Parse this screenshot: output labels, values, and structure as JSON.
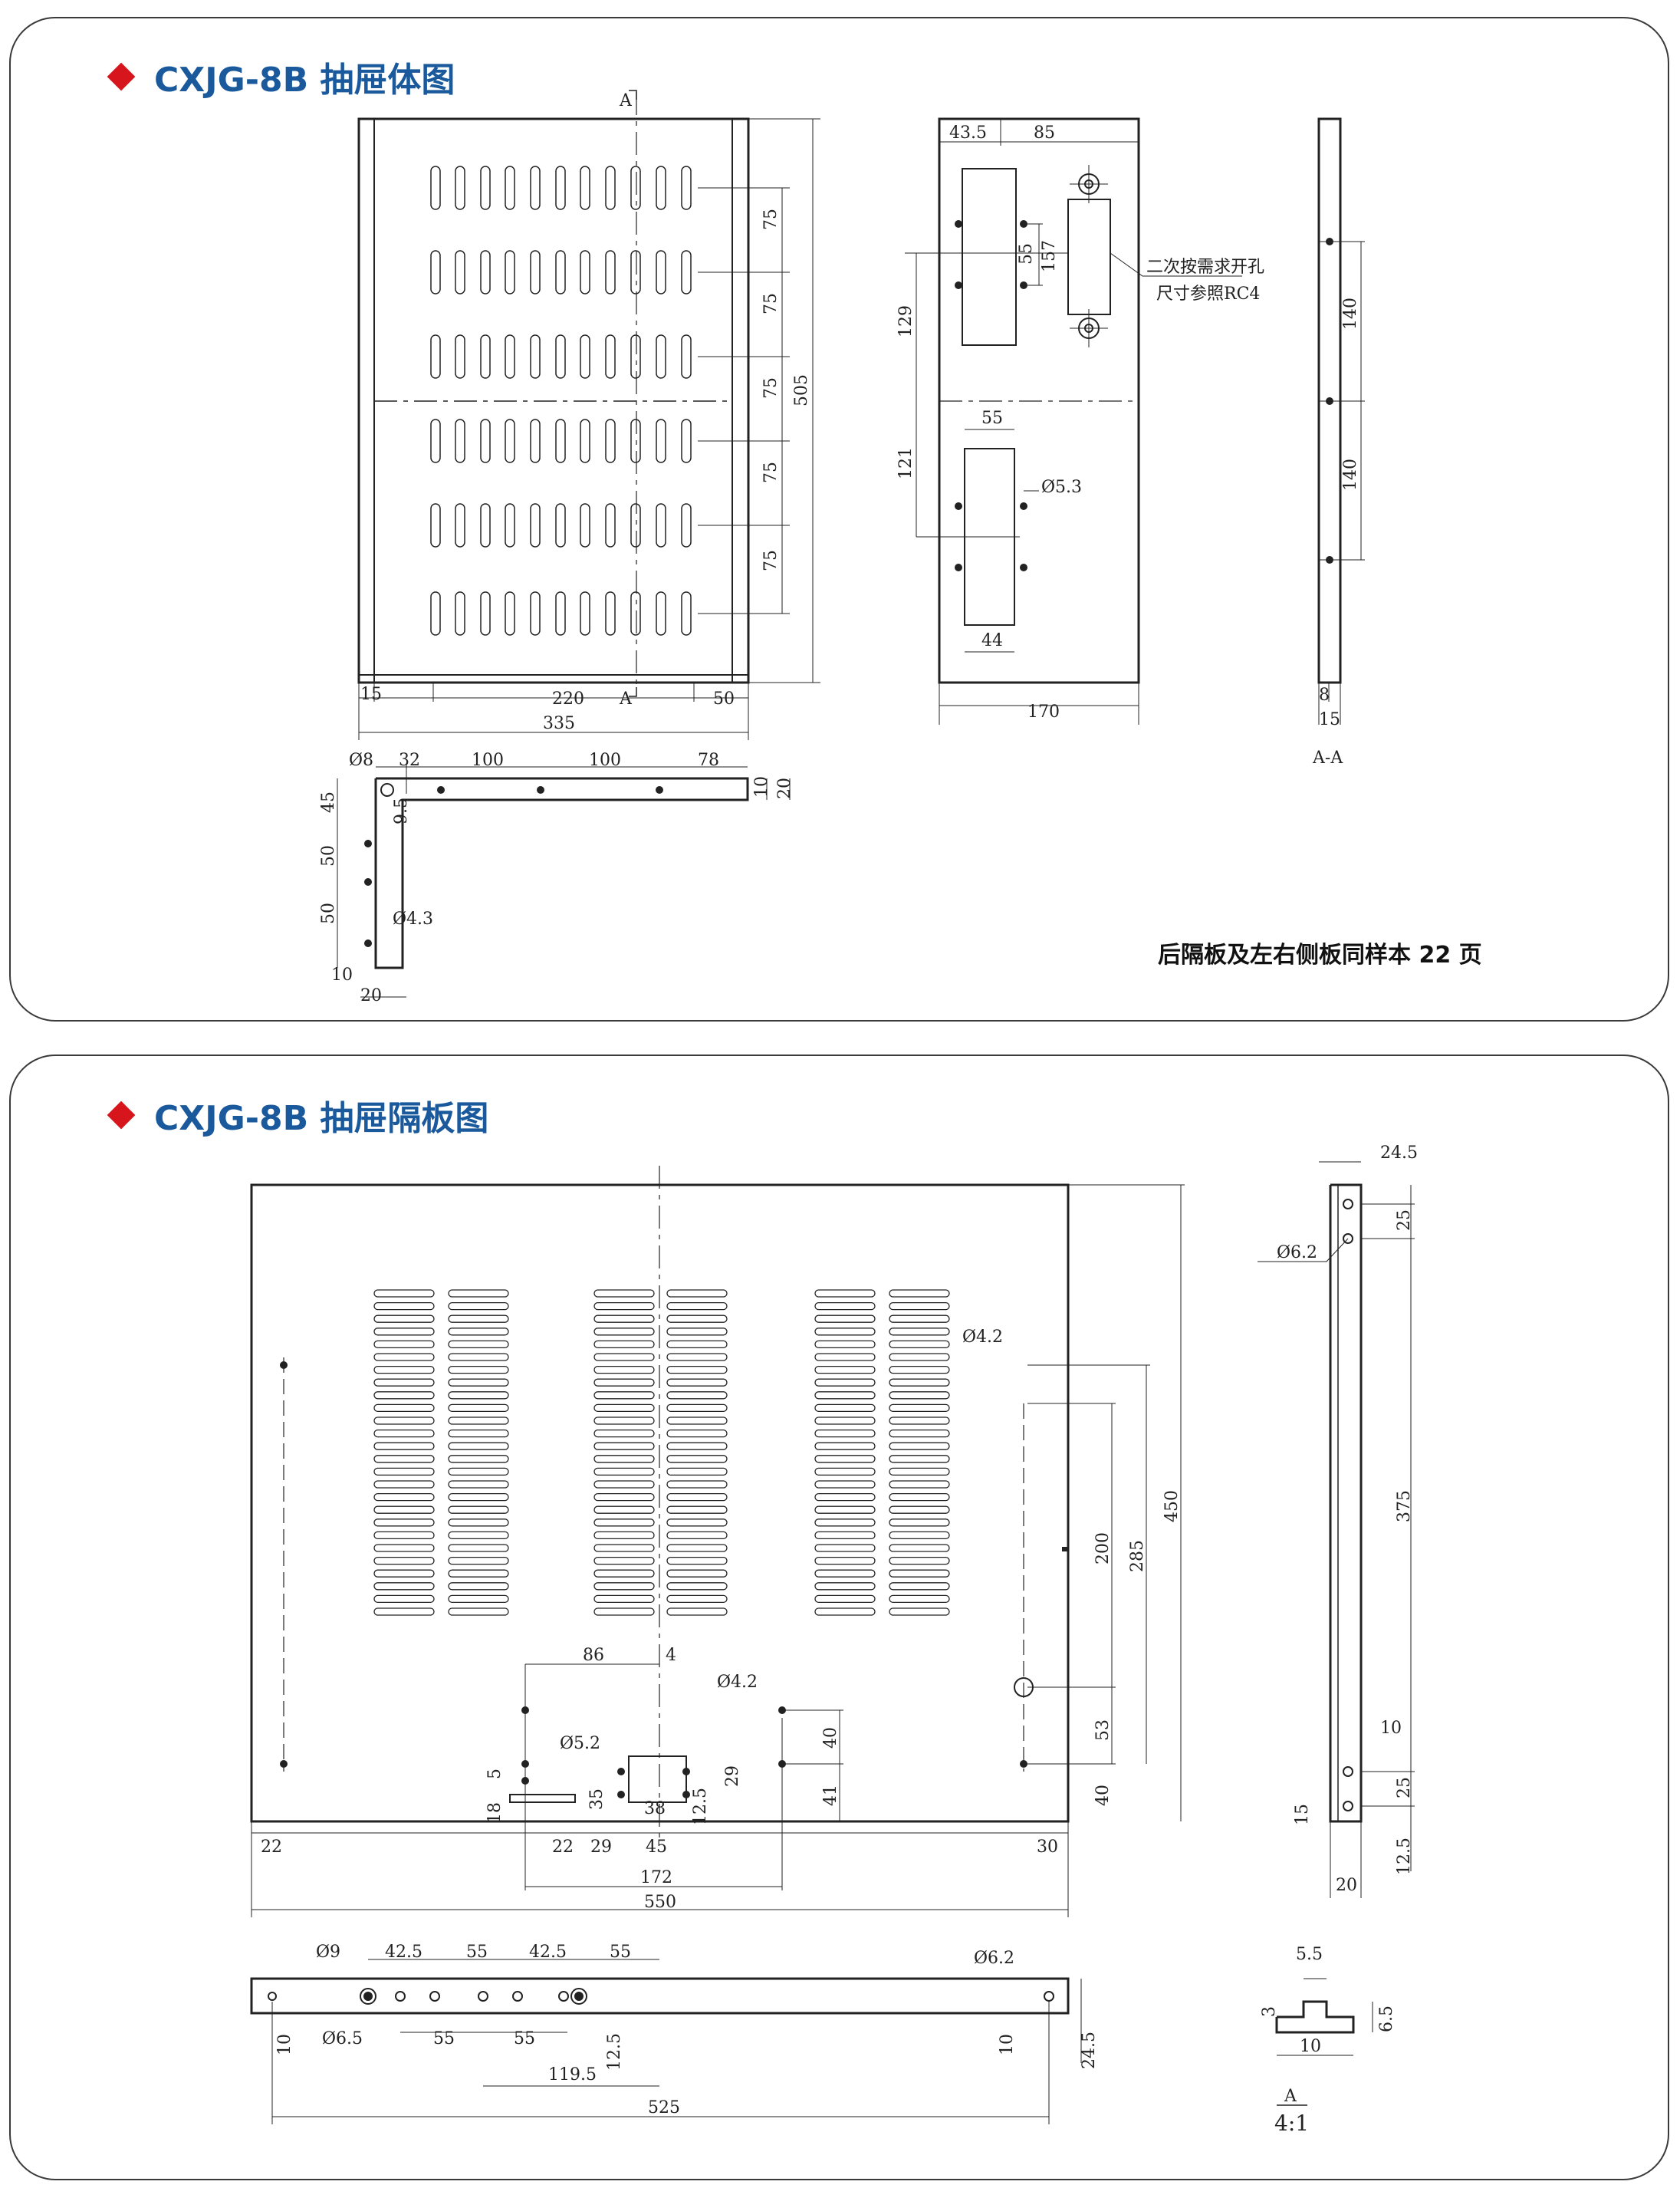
{
  "section1": {
    "title": "CXJG-8B 抽屉体图",
    "note": "后隔板及左右侧板同样本 22 页",
    "section_marker": "A",
    "labels": {
      "v75a": "75",
      "v75b": "75",
      "v75c": "75",
      "v75d": "75",
      "v75e": "75",
      "v505": "505",
      "b15": "15",
      "b220": "220",
      "b50": "50",
      "b335": "335",
      "r43": "43.5",
      "r85": "85",
      "r55": "55",
      "r157": "157",
      "r129": "129",
      "r55b": "55",
      "r121": "121",
      "r53": "Ø5.3",
      "r44": "44",
      "r170": "170",
      "note1": "二次按需求开孔",
      "note2": "尺寸参照RC4",
      "s140a": "140",
      "s140b": "140",
      "s8": "8",
      "s15": "15",
      "saa": "A-A",
      "l8": "Ø8",
      "l32": "32",
      "l100a": "100",
      "l100b": "100",
      "l78": "78",
      "l10": "10",
      "l20": "20",
      "l95": "9.5",
      "l45": "45",
      "l50a": "50",
      "l50b": "50",
      "l43": "Ø4.3",
      "l10b": "10",
      "l20b": "20"
    }
  },
  "section2": {
    "title": "CXJG-8B 抽屉隔板图",
    "labels": {
      "d42a": "Ø4.2",
      "d200": "200",
      "d285": "285",
      "d450": "450",
      "d86": "86",
      "d4": "4",
      "d42b": "Ø4.2",
      "d52": "Ø5.2",
      "d40": "40",
      "d5": "5",
      "d29": "29",
      "d35": "35",
      "d38": "38",
      "d125": "12.5",
      "d41": "41",
      "d53": "53",
      "d40b": "40",
      "d18": "18",
      "d22": "22",
      "d22b": "22",
      "d29b": "29",
      "d45": "45",
      "d30": "30",
      "d172": "172",
      "d550": "550",
      "s245": "24.5",
      "s25": "25",
      "s62": "Ø6.2",
      "s375": "375",
      "s10": "10",
      "s25b": "25",
      "s15": "15",
      "s125": "12.5",
      "s20": "20",
      "b9": "Ø9",
      "b425a": "42.5",
      "b55a": "55",
      "b425b": "42.5",
      "b55b": "55",
      "b62": "Ø6.2",
      "b10": "10",
      "b65": "Ø6.5",
      "b55c": "55",
      "b55d": "55",
      "b1195": "119.5",
      "b125": "12.5",
      "b10b": "10",
      "b245": "24.5",
      "b525": "525",
      "a55": "5.5",
      "a3": "3",
      "a65": "6.5",
      "a10": "10",
      "aA": "A",
      "a41": "4:1"
    }
  }
}
